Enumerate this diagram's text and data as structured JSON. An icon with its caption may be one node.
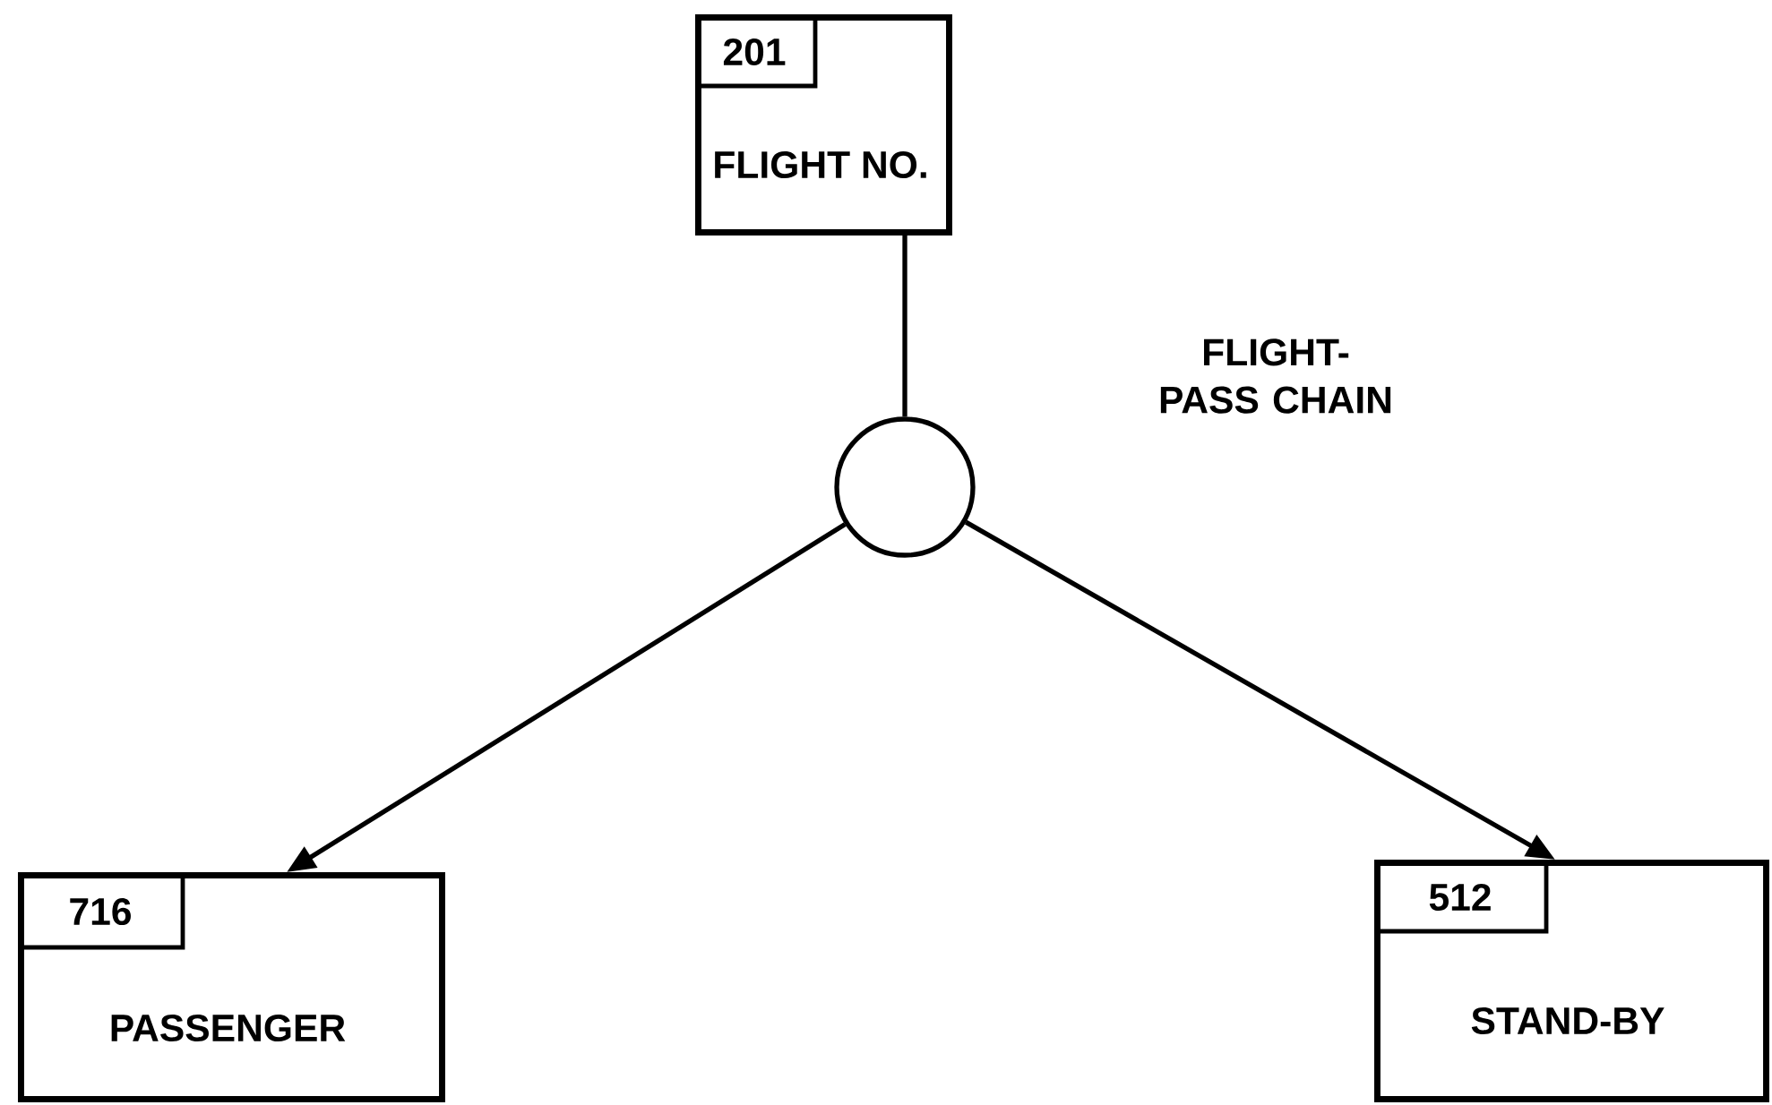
{
  "diagram": {
    "nodes": [
      {
        "text": [
          "201",
          "FLIGHT NO."
        ]
      },
      {
        "text": [],
        "shape": "circle"
      },
      {
        "text": [
          "716",
          "PASSENGER"
        ]
      },
      {
        "text": [
          "512",
          "STAND-BY"
        ]
      }
    ],
    "edges": [
      {
        "from": 0,
        "to": 1,
        "arrow": "none"
      },
      {
        "from": 1,
        "to": 2,
        "arrow": "to"
      },
      {
        "from": 1,
        "to": 3,
        "arrow": "to"
      }
    ],
    "labels": [
      "FLIGHT-PASS CHAIN"
    ]
  }
}
